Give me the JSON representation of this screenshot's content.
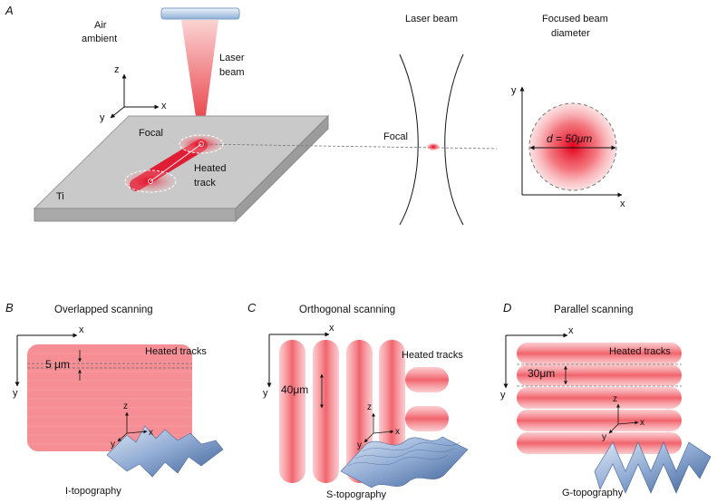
{
  "panel_a": {
    "letter": "A",
    "air_ambient": [
      "Air",
      "ambient"
    ],
    "laser_beam_label": [
      "Laser",
      "beam"
    ],
    "axis": {
      "z": "z",
      "x": "x",
      "y": "y"
    },
    "focal": "Focal",
    "heated_track": [
      "Heated",
      "track"
    ],
    "material": "Ti",
    "laser_beam_title": "Laser beam",
    "focal_right": "Focal",
    "focused_title": [
      "Focused beam",
      "diameter"
    ],
    "diameter_label": "d = 50μm",
    "spot_axis": {
      "y": "y",
      "x": "x"
    }
  },
  "panel_b": {
    "letter": "B",
    "title": "Overlapped scanning",
    "heated_tracks": "Heated tracks",
    "spacing": "5 μm",
    "axis": {
      "x": "x",
      "y": "y",
      "z": "z",
      "x3": "x",
      "y3": "y"
    },
    "topography": "I-topography"
  },
  "panel_c": {
    "letter": "C",
    "title": "Orthogonal scanning",
    "heated_tracks": "Heated tracks",
    "spacing": "40μm",
    "axis": {
      "x": "x",
      "y": "y",
      "z": "z",
      "x3": "x",
      "y3": "y"
    },
    "topography": "S-topography"
  },
  "panel_d": {
    "letter": "D",
    "title": "Parallel scanning",
    "heated_tracks": "Heated tracks",
    "spacing": "30μm",
    "axis": {
      "x": "x",
      "y": "y",
      "z": "z",
      "x3": "x",
      "y3": "y"
    },
    "topography": "G-topography"
  },
  "colors": {
    "laser_red": "#e8001a",
    "plate": "#c8c8c8",
    "topo_blue": "#6f8fc0"
  }
}
